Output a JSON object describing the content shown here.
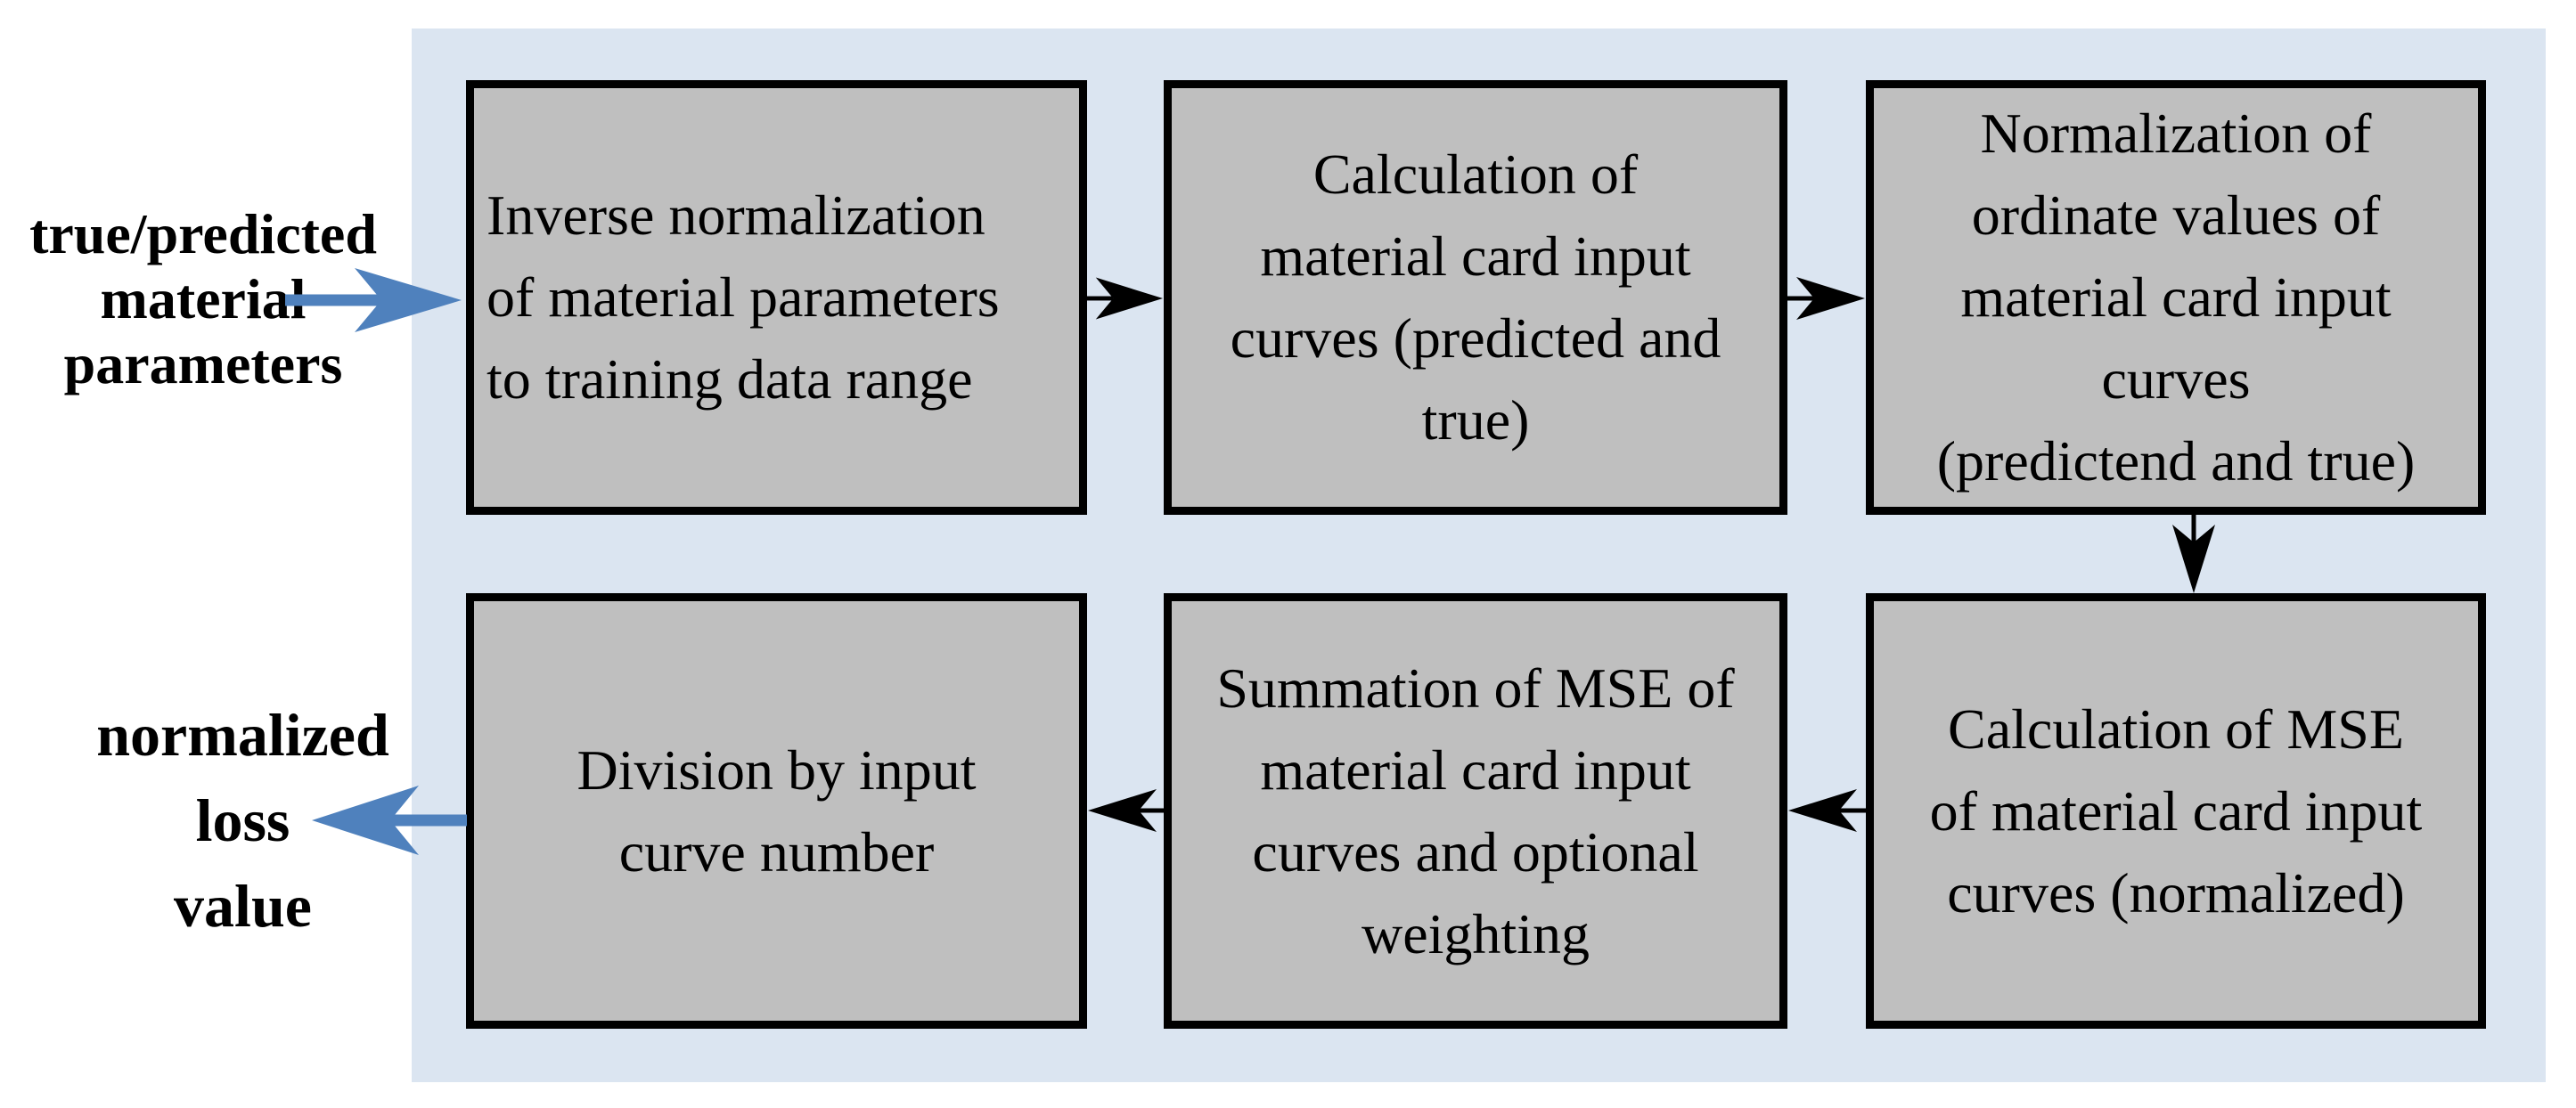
{
  "figure": {
    "type": "flowchart",
    "colors": {
      "background_blue": "#dbe5f1",
      "box_fill": "#bfbfbf",
      "box_border": "#000000",
      "arrow_black": "#000000",
      "arrow_blue": "#4f81bd",
      "text": "#000000",
      "page_background": "#ffffff"
    },
    "input_label": {
      "lines": [
        "true/predicted",
        "material",
        "parameters"
      ]
    },
    "output_label": {
      "lines": [
        "normalized",
        "loss",
        "value"
      ]
    },
    "boxes": [
      {
        "name": "inverse-normalization",
        "lines": [
          "Inverse normalization",
          "of material parameters",
          "to training data range"
        ]
      },
      {
        "name": "calculation-material-card-curves",
        "lines": [
          "Calculation of",
          "material card input",
          "curves (predicted and",
          "true)"
        ]
      },
      {
        "name": "normalization-ordinate-values",
        "lines": [
          "Normalization of",
          "ordinate values of",
          "material card input",
          "curves",
          "(predictend and true)"
        ]
      },
      {
        "name": "calculation-mse",
        "lines": [
          "Calculation of MSE",
          "of material card input",
          "curves (normalized)"
        ]
      },
      {
        "name": "summation-mse",
        "lines": [
          "Summation of MSE of",
          "material card input",
          "curves and optional",
          "weighting"
        ]
      },
      {
        "name": "division-curve-number",
        "lines": [
          "Division by input",
          "curve number"
        ]
      }
    ]
  }
}
